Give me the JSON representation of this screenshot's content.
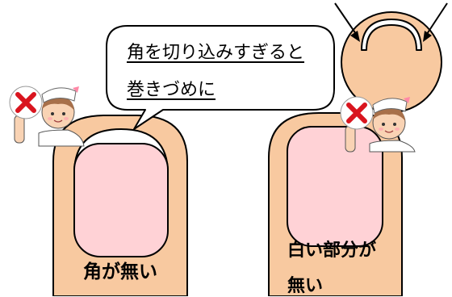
{
  "callout": {
    "line1": "角を切り込みすぎると",
    "line2": "巻きづめに"
  },
  "left_nail": {
    "label": "角が無い"
  },
  "right_nail": {
    "label_line1": "白い部分が",
    "label_line2": "無い"
  },
  "colors": {
    "skin": "#f8c9a0",
    "nail_bed": "#ffd2d6",
    "outline": "#000000",
    "x_mark": "#d9141e"
  },
  "icons": [
    "nurse-icon",
    "x-mark-icon",
    "arrow-icon"
  ]
}
